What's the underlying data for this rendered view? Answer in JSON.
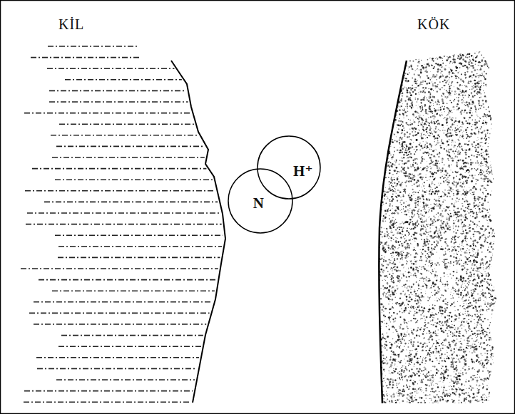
{
  "diagram": {
    "nodes": [
      {
        "text": [
          "H⁺"
        ]
      },
      {
        "text": [
          "N"
        ]
      }
    ],
    "labels": [
      "KİL",
      "KÖK"
    ]
  }
}
